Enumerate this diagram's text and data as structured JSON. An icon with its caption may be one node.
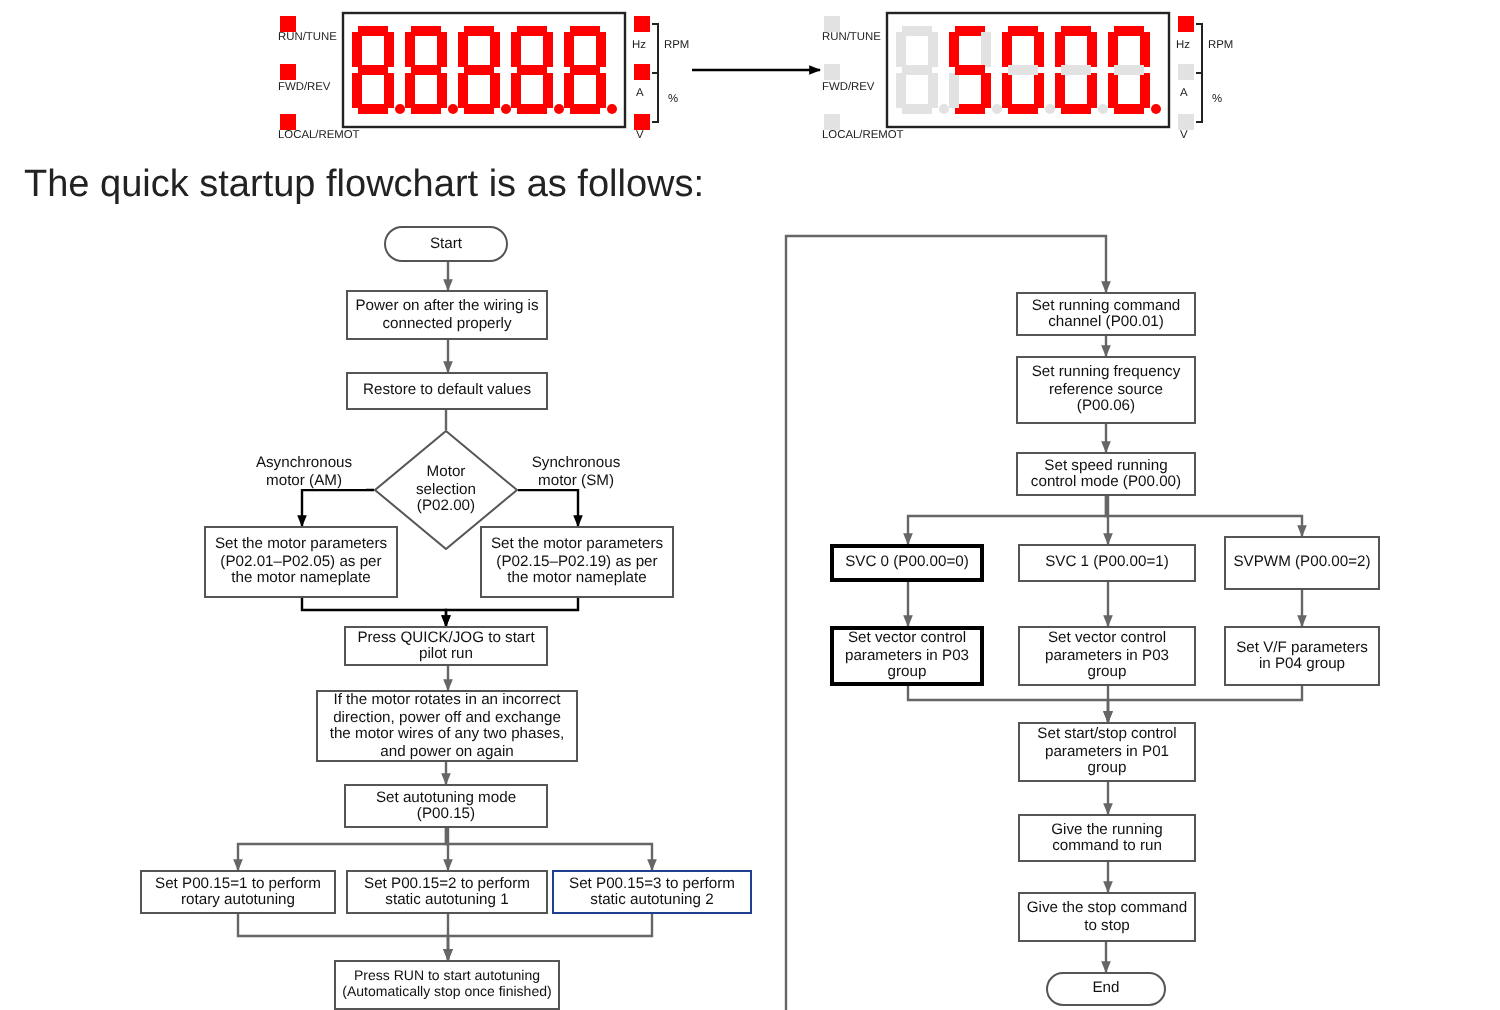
{
  "diagram": {
    "nodes": [
      {
        "text": [
          "RUN/TUNE",
          "FWD/REV",
          "LOCAL/REMOT",
          "Hz",
          "RPM",
          "A",
          "%",
          "V"
        ]
      },
      {
        "text": [
          "RUN/TUNE",
          "FWD/REV",
          "LOCAL/REMOT",
          "Hz",
          "RPM",
          "A",
          "%",
          "V"
        ]
      },
      {
        "text": [
          "Start"
        ]
      },
      {
        "text": [
          "Power on after the wiring is connected properly"
        ]
      },
      {
        "text": [
          "Restore to default values"
        ]
      },
      {
        "text": [
          "Motor selection (P02.00)"
        ]
      },
      {
        "text": [
          "Set the motor parameters (P02.01–P02.05) as per the motor nameplate"
        ]
      },
      {
        "text": [
          "Set the motor parameters (P02.15–P02.19) as per the motor nameplate"
        ]
      },
      {
        "text": [
          "Press QUICK/JOG to start pilot run"
        ]
      },
      {
        "text": [
          "If the motor rotates in an incorrect direction, power off and exchange the motor wires of any two phases, and power on again"
        ]
      },
      {
        "text": [
          "Set autotuning mode (P00.15)"
        ]
      },
      {
        "text": [
          "Set P00.15=1 to perform rotary autotuning"
        ]
      },
      {
        "text": [
          "Set P00.15=2 to perform static autotuning 1"
        ]
      },
      {
        "text": [
          "Set P00.15=3 to perform static autotuning 2"
        ]
      },
      {
        "text": [
          "Press RUN to start autotuning (Automatically stop once finished)"
        ]
      },
      {
        "text": [
          "Set running command channel (P00.01)"
        ]
      },
      {
        "text": [
          "Set running frequency reference source (P00.06)"
        ]
      },
      {
        "text": [
          "Set speed running control mode (P00.00)"
        ]
      },
      {
        "text": [
          "SVC 0 (P00.00=0)"
        ]
      },
      {
        "text": [
          "SVC 1 (P00.00=1)"
        ]
      },
      {
        "text": [
          "SVPWM (P00.00=2)"
        ]
      },
      {
        "text": [
          "Set vector control parameters in P03 group"
        ]
      },
      {
        "text": [
          "Set vector control parameters in P03 group"
        ]
      },
      {
        "text": [
          "Set V/F parameters in P04 group"
        ]
      },
      {
        "text": [
          "Set start/stop control parameters in P01 group"
        ]
      },
      {
        "text": [
          "Give the running command to run"
        ]
      },
      {
        "text": [
          "Give the stop command to stop"
        ]
      },
      {
        "text": [
          "End"
        ]
      }
    ],
    "edges": [
      {
        "from": 0,
        "to": 1,
        "arrow": "to",
        "color": "#000000"
      },
      {
        "from": 2,
        "to": 3,
        "arrow": "to"
      },
      {
        "from": 3,
        "to": 4,
        "arrow": "to"
      },
      {
        "from": 4,
        "to": 5,
        "arrow": "none"
      },
      {
        "from": 5,
        "to": 6,
        "arrow": "to",
        "label": "Asynchronous motor (AM)",
        "color": "#000000"
      },
      {
        "from": 5,
        "to": 7,
        "arrow": "to",
        "label": "Synchronous motor (SM)",
        "color": "#000000"
      },
      {
        "from": 6,
        "to": 8,
        "arrow": "to",
        "color": "#000000"
      },
      {
        "from": 7,
        "to": 8,
        "arrow": "to",
        "color": "#000000"
      },
      {
        "from": 8,
        "to": 9,
        "arrow": "to"
      },
      {
        "from": 9,
        "to": 10,
        "arrow": "to"
      },
      {
        "from": 10,
        "to": 11,
        "arrow": "to"
      },
      {
        "from": 10,
        "to": 12,
        "arrow": "to"
      },
      {
        "from": 10,
        "to": 13,
        "arrow": "to"
      },
      {
        "from": 11,
        "to": 14,
        "arrow": "to"
      },
      {
        "from": 12,
        "to": 14,
        "arrow": "to"
      },
      {
        "from": 13,
        "to": 14,
        "arrow": "to"
      },
      {
        "from": null,
        "to": 15,
        "arrow": "to"
      },
      {
        "from": 15,
        "to": 16,
        "arrow": "to"
      },
      {
        "from": 16,
        "to": 17,
        "arrow": "to"
      },
      {
        "from": 17,
        "to": 18,
        "arrow": "to"
      },
      {
        "from": 17,
        "to": 19,
        "arrow": "to"
      },
      {
        "from": 17,
        "to": 20,
        "arrow": "to"
      },
      {
        "from": 18,
        "to": 21,
        "arrow": "to"
      },
      {
        "from": 19,
        "to": 22,
        "arrow": "to"
      },
      {
        "from": 20,
        "to": 23,
        "arrow": "to"
      },
      {
        "from": 21,
        "to": 24,
        "arrow": "to"
      },
      {
        "from": 22,
        "to": 24,
        "arrow": "to"
      },
      {
        "from": 23,
        "to": 24,
        "arrow": "to"
      },
      {
        "from": 24,
        "to": 25,
        "arrow": "to"
      },
      {
        "from": 25,
        "to": 26,
        "arrow": "to"
      },
      {
        "from": 26,
        "to": 27,
        "arrow": "to"
      }
    ],
    "labels": [
      "The quick startup flowchart is as follows:"
    ]
  }
}
